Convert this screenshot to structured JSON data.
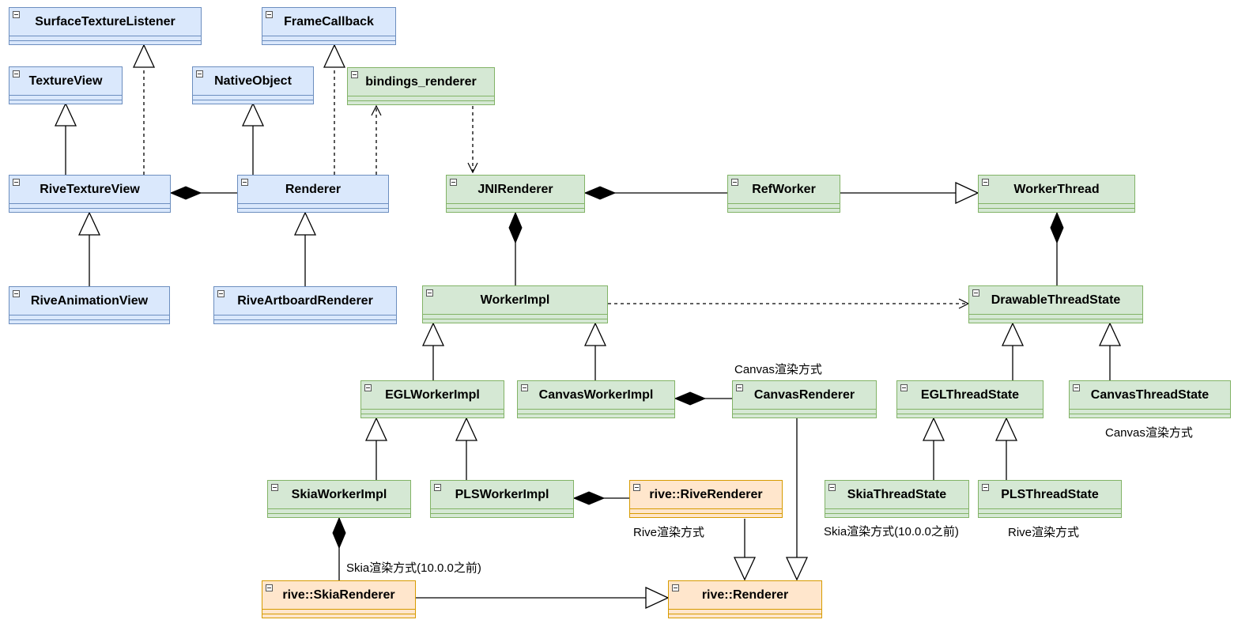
{
  "classes": {
    "surface_texture_listener": "SurfaceTextureListener",
    "frame_callback": "FrameCallback",
    "texture_view": "TextureView",
    "native_object": "NativeObject",
    "bindings_renderer": "bindings_renderer",
    "rive_texture_view": "RiveTextureView",
    "renderer": "Renderer",
    "jni_renderer": "JNIRenderer",
    "ref_worker": "RefWorker",
    "worker_thread": "WorkerThread",
    "rive_animation_view": "RiveAnimationView",
    "rive_artboard_renderer": "RiveArtboardRenderer",
    "worker_impl": "WorkerImpl",
    "drawable_thread_state": "DrawableThreadState",
    "egl_worker_impl": "EGLWorkerImpl",
    "canvas_worker_impl": "CanvasWorkerImpl",
    "canvas_renderer": "CanvasRenderer",
    "egl_thread_state": "EGLThreadState",
    "canvas_thread_state": "CanvasThreadState",
    "skia_worker_impl": "SkiaWorkerImpl",
    "pls_worker_impl": "PLSWorkerImpl",
    "rive_rive_renderer": "rive::RiveRenderer",
    "skia_thread_state": "SkiaThreadState",
    "pls_thread_state": "PLSThreadState",
    "rive_skia_renderer": "rive::SkiaRenderer",
    "rive_renderer": "rive::Renderer"
  },
  "notes": {
    "canvas_renderer_note": "Canvas渲染方式",
    "canvas_thread_state_note": "Canvas渲染方式",
    "rive_renderer_note": "Rive渲染方式",
    "skia_thread_state_note": "Skia渲染方式(10.0.0之前)",
    "pls_thread_state_note": "Rive渲染方式",
    "skia_renderer_note": "Skia渲染方式(10.0.0之前)"
  },
  "colors": {
    "blue_fill": "#dae8fc",
    "blue_stroke": "#6c8ebf",
    "green_fill": "#d5e8d4",
    "green_stroke": "#82b366",
    "orange_fill": "#ffe6cc",
    "orange_stroke": "#d79b00"
  }
}
